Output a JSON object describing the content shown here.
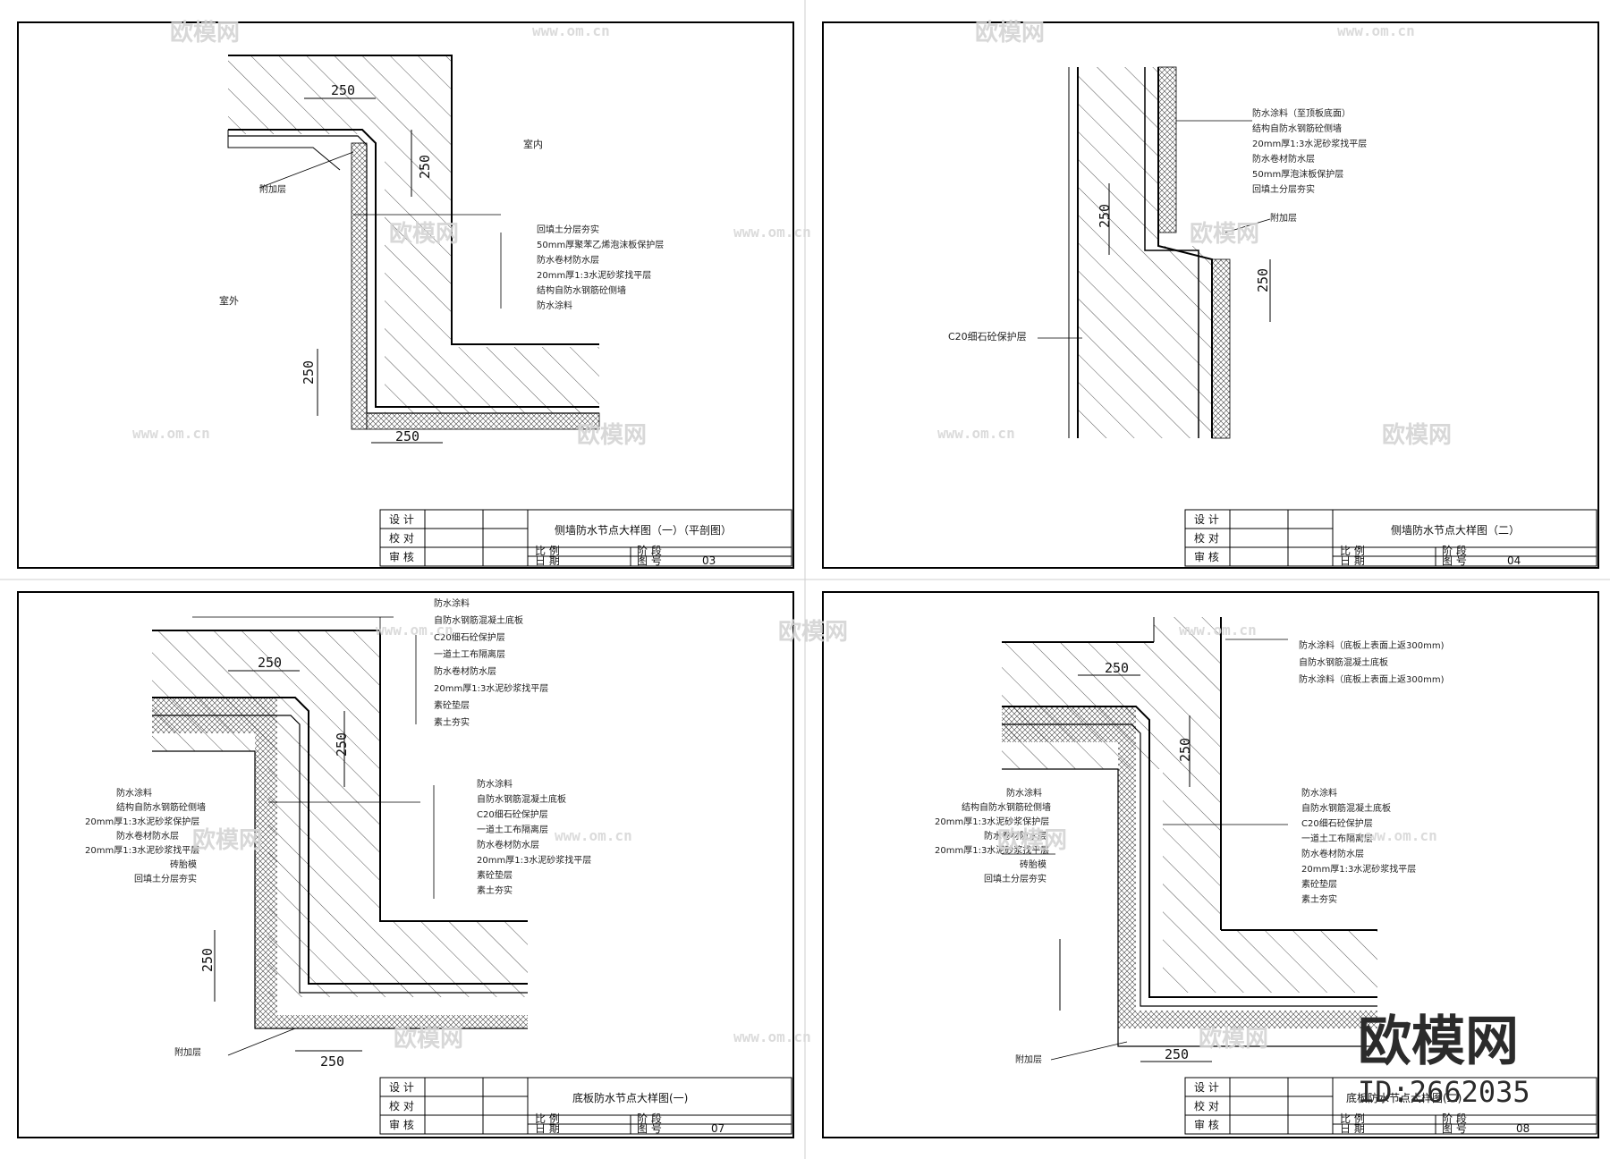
{
  "panels": [
    {
      "title": "侧墙防水节点大样图（一）（平剖图）",
      "scale_label": "比  例",
      "stage_label": "阶  段",
      "date_label": "日  期",
      "drawing_no_label": "图  号",
      "drawing_no": "03",
      "sign_rows": [
        "设 计",
        "校 对",
        "审 核"
      ],
      "room_labels": [
        "室内",
        "室外"
      ],
      "callout_extra": "附加层",
      "layers": [
        "回填土分层夯实",
        "50mm厚聚苯乙烯泡沫板保护层",
        "防水卷材防水层",
        "20mm厚1:3水泥砂浆找平层",
        "结构自防水钢筋砼侧墙",
        "防水涂料"
      ],
      "dims": [
        "250",
        "250",
        "250",
        "250"
      ]
    },
    {
      "title": "侧墙防水节点大样图（二）",
      "scale_label": "比  例",
      "stage_label": "阶  段",
      "date_label": "日  期",
      "drawing_no_label": "图  号",
      "drawing_no": "04",
      "sign_rows": [
        "设 计",
        "校 对",
        "审 核"
      ],
      "callout_extra": "附加层",
      "callout_c20": "C20细石砼保护层",
      "layers": [
        "防水涂料（至顶板底面）",
        "结构自防水钢筋砼侧墙",
        "20mm厚1:3水泥砂浆找平层",
        "防水卷材防水层",
        "50mm厚泡沫板保护层",
        "回填土分层夯实"
      ],
      "dims": [
        "250",
        "250"
      ]
    },
    {
      "title": "底板防水节点大样图(一)",
      "scale_label": "比  例",
      "stage_label": "阶  段",
      "date_label": "日  期",
      "drawing_no_label": "图  号",
      "drawing_no": "07",
      "sign_rows": [
        "设 计",
        "校 对",
        "审 核"
      ],
      "callout_extra": "附加层",
      "layers_top": [
        "防水涂料",
        "自防水钢筋混凝土底板",
        "C20细石砼保护层",
        "一道土工布隔离层",
        "防水卷材防水层",
        "20mm厚1:3水泥砂浆找平层",
        "素砼垫层",
        "素土夯实"
      ],
      "layers_right": [
        "防水涂料",
        "自防水钢筋混凝土底板",
        "C20细石砼保护层",
        "一道土工布隔离层",
        "防水卷材防水层",
        "20mm厚1:3水泥砂浆找平层",
        "素砼垫层",
        "素土夯实"
      ],
      "layers_left": [
        "防水涂料",
        "结构自防水钢筋砼侧墙",
        "20mm厚1:3水泥砂浆保护层",
        "防水卷材防水层",
        "20mm厚1:3水泥砂浆找平层",
        "砖胎模",
        "回填土分层夯实"
      ],
      "dims": [
        "250",
        "250",
        "250",
        "250"
      ]
    },
    {
      "title": "底板防水节点大样图(二)",
      "scale_label": "比  例",
      "stage_label": "阶  段",
      "date_label": "日  期",
      "drawing_no_label": "图  号",
      "drawing_no": "08",
      "sign_rows": [
        "设 计",
        "校 对",
        "审 核"
      ],
      "callout_extra": "附加层",
      "layers_top": [
        "防水涂料（底板上表面上返300mm)",
        "自防水钢筋混凝土底板",
        "防水涂料（底板上表面上返300mm)"
      ],
      "layers_right": [
        "防水涂料",
        "自防水钢筋混凝土底板",
        "C20细石砼保护层",
        "一道土工布隔离层",
        "防水卷材防水层",
        "20mm厚1:3水泥砂浆找平层",
        "素砼垫层",
        "素土夯实"
      ],
      "layers_left": [
        "防水涂料",
        "结构自防水钢筋砼侧墙",
        "20mm厚1:3水泥砂浆保护层",
        "防水卷材防水层",
        "20mm厚1:3水泥砂浆找平层",
        "砖胎模",
        "回填土分层夯实"
      ],
      "dims": [
        "250",
        "250",
        "250"
      ]
    }
  ],
  "watermark": {
    "brand_cn": "欧模网",
    "url": "www.om.cn"
  },
  "brand_stamp": {
    "name": "欧模网",
    "id": "ID:2662035"
  }
}
